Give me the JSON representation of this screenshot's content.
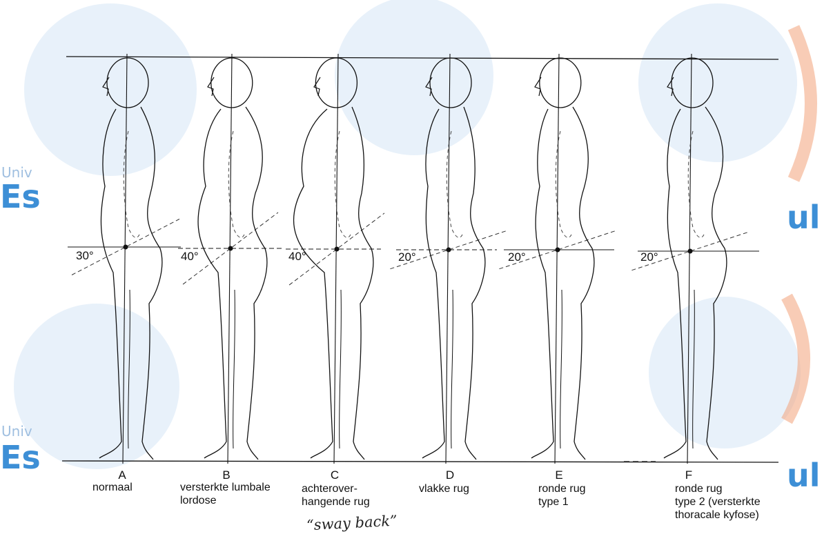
{
  "watermark": {
    "texts": [
      "Univ",
      "Es",
      "ul",
      "Univ",
      "Es",
      "ul"
    ],
    "colors": {
      "blue": "#3d8fd6",
      "light_blue": "#d6e6f6",
      "orange": "#f2a27a"
    }
  },
  "figures": [
    {
      "letter": "A",
      "caption": "normaal",
      "angle": "30°"
    },
    {
      "letter": "B",
      "caption": "versterkte lumbale\nlordose",
      "angle": "40°"
    },
    {
      "letter": "C",
      "caption": "achterover-\nhangende rug",
      "angle": "40°"
    },
    {
      "letter": "D",
      "caption": "vlakke rug",
      "angle": "20°"
    },
    {
      "letter": "E",
      "caption": "ronde rug\ntype 1",
      "angle": "20°"
    },
    {
      "letter": "F",
      "caption": "ronde rug\ntype 2 (versterkte\nthoracale kyfose)",
      "angle": "20°"
    }
  ],
  "handwritten_note": "“sway back”"
}
